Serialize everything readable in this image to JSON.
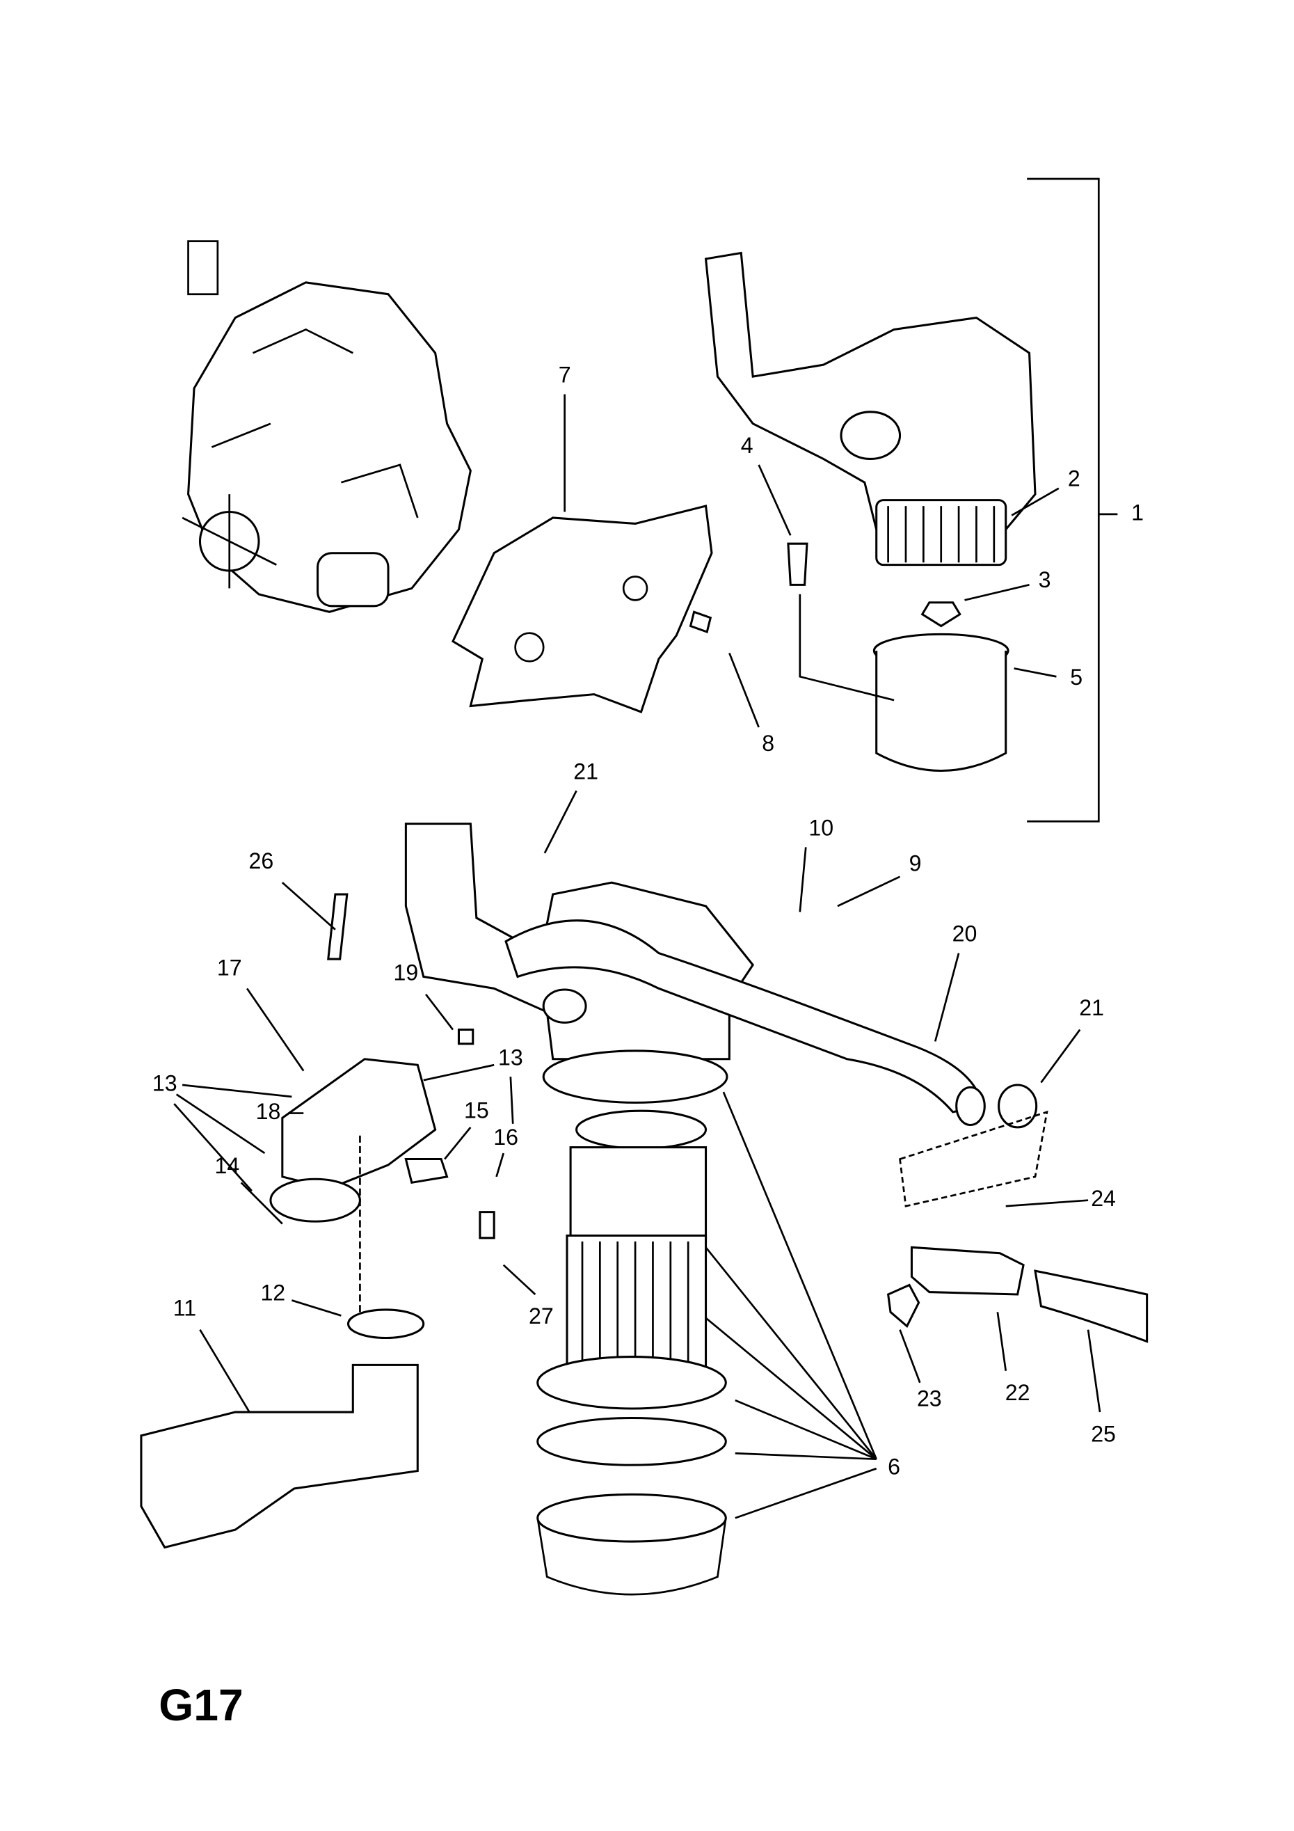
{
  "diagram_code": "G17",
  "callouts": [
    "1",
    "2",
    "3",
    "4",
    "5",
    "6",
    "7",
    "8",
    "9",
    "10",
    "11",
    "12",
    "13",
    "13",
    "14",
    "15",
    "16",
    "17",
    "18",
    "19",
    "20",
    "21",
    "21",
    "22",
    "23",
    "24",
    "25",
    "26",
    "27"
  ]
}
